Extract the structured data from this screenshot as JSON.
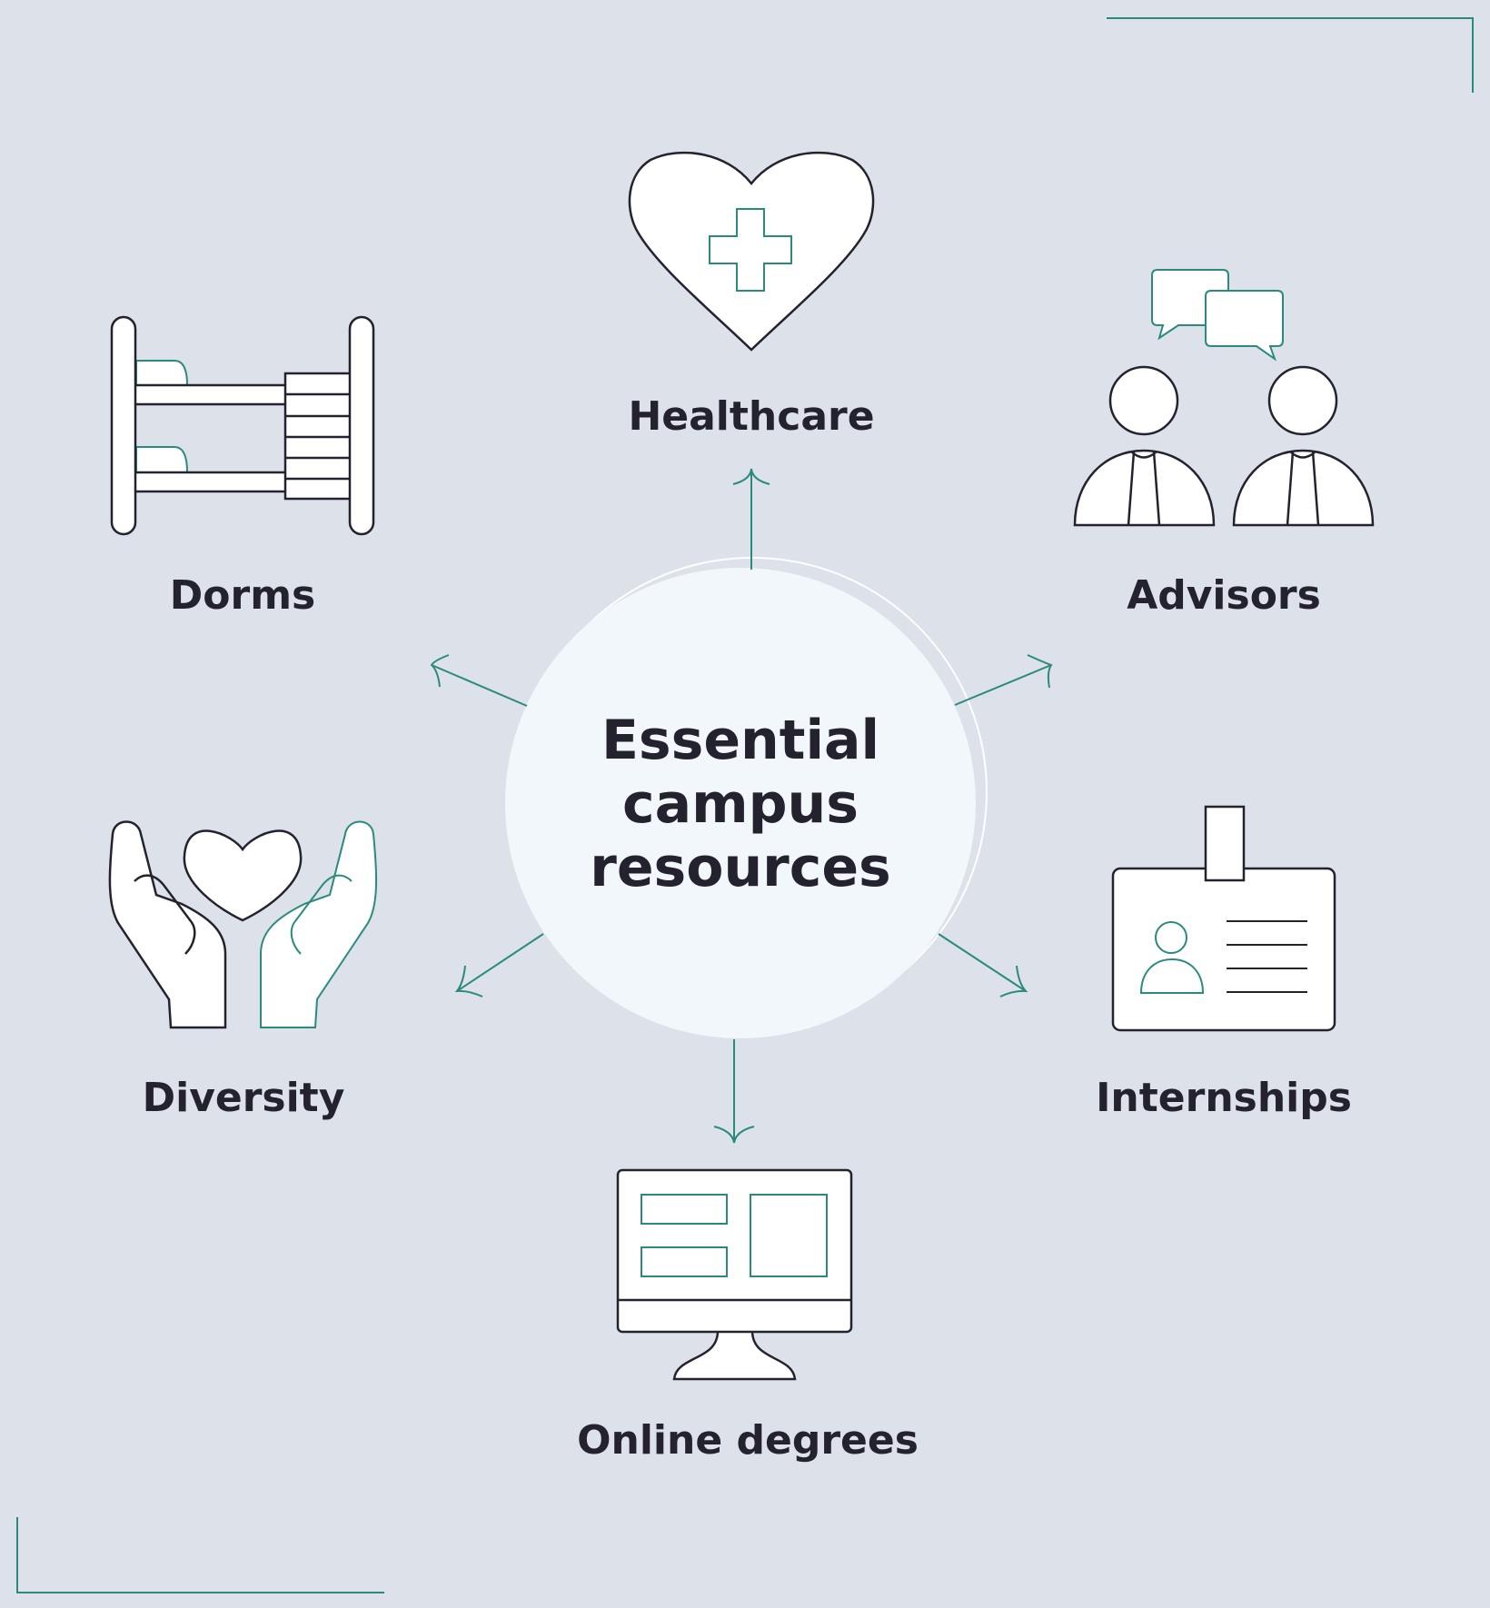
{
  "title": {
    "line1": "Essential",
    "line2": "campus",
    "line3": "resources"
  },
  "nodes": {
    "healthcare": "Healthcare",
    "dorms": "Dorms",
    "advisors": "Advisors",
    "diversity": "Diversity",
    "internships": "Internships",
    "online_degrees": "Online degrees"
  },
  "colors": {
    "background": "#dce1ea",
    "accent": "#2a8a7e",
    "ink": "#25222f",
    "circle": "#f2f7fb"
  },
  "icons": {
    "healthcare": "heart-cross-icon",
    "dorms": "bunk-bed-icon",
    "advisors": "people-chat-icon",
    "diversity": "hands-heart-icon",
    "internships": "id-badge-icon",
    "online_degrees": "desktop-monitor-icon"
  }
}
